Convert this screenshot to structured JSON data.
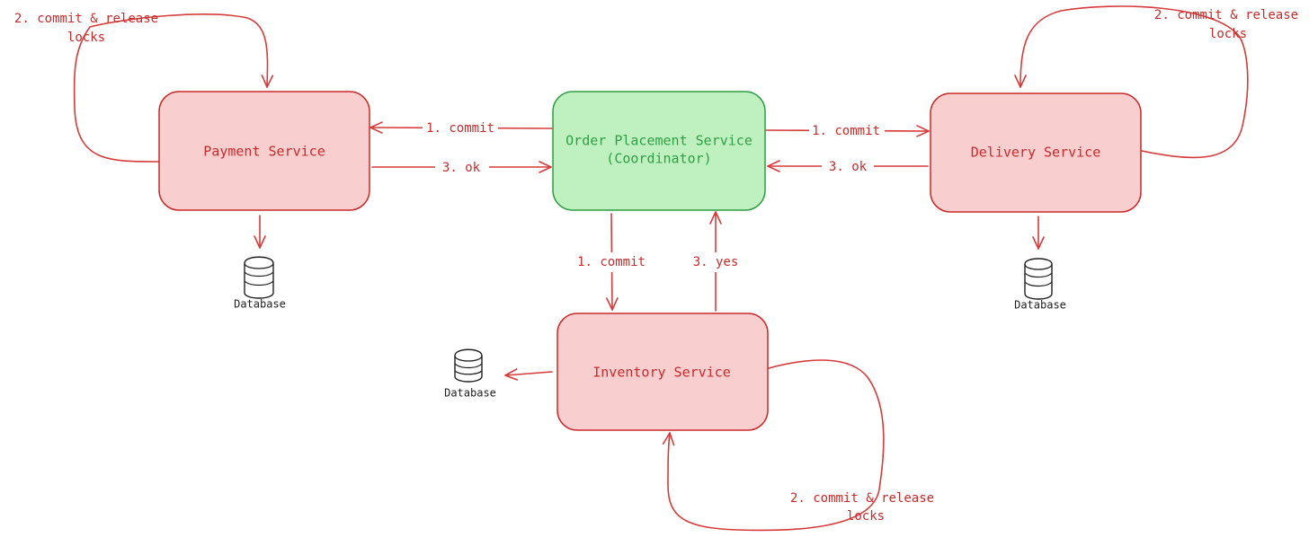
{
  "nodes": {
    "payment": {
      "label": "Payment Service"
    },
    "coordinator": {
      "line1": "Order Placement Service",
      "line2": "(Coordinator)"
    },
    "delivery": {
      "label": "Delivery Service"
    },
    "inventory": {
      "label": "Inventory Service"
    }
  },
  "edges": {
    "coord_to_payment": "1. commit",
    "payment_to_coord": "3. ok",
    "coord_to_delivery": "1. commit",
    "delivery_to_coord": "3. ok",
    "coord_to_inventory": "1. commit",
    "inventory_to_coord": "3. yes"
  },
  "self_loops": {
    "payment": {
      "line1": "2. commit & release",
      "line2": "locks"
    },
    "delivery": {
      "line1": "2. commit & release",
      "line2": "locks"
    },
    "inventory": {
      "line1": "2. commit & release",
      "line2": "locks"
    }
  },
  "databases": {
    "payment": "Database",
    "delivery": "Database",
    "inventory": "Database"
  },
  "colors": {
    "service_fill": "#f8cecf",
    "service_stroke": "#c92a2a",
    "coordinator_fill": "#bff1c0",
    "coordinator_stroke": "#2f9e44",
    "arrow": "#d63b3b"
  }
}
